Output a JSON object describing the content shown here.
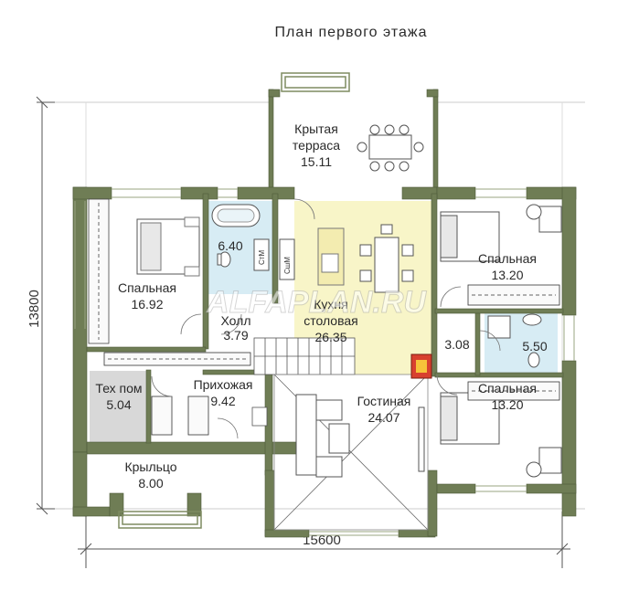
{
  "title": "План первого этажа",
  "watermark": "ALFAPLAN.RU",
  "dimensions": {
    "width": "15600",
    "height": "13800"
  },
  "rooms": {
    "terrace": {
      "name1": "Крытая",
      "name2": "терраса",
      "area": "15.11"
    },
    "bedroom_left": {
      "name": "Спальная",
      "area": "16.92"
    },
    "bath": {
      "area": "6.40"
    },
    "kitchen": {
      "name1": "Кухня",
      "name2": "столовая",
      "area": "26.35"
    },
    "bedroom_top_right": {
      "name": "Спальная",
      "area": "13.20"
    },
    "hall": {
      "name": "Холл",
      "area": "3.79"
    },
    "closet": {
      "area": "3.08"
    },
    "wc": {
      "area": "5.50"
    },
    "tech": {
      "name": "Тех пом",
      "area": "5.04"
    },
    "entry": {
      "name": "Прихожая",
      "area": "9.42"
    },
    "living": {
      "name": "Гостиная",
      "area": "24.07"
    },
    "bedroom_bottom_right": {
      "name": "Спальная",
      "area": "13.20"
    },
    "porch": {
      "name": "Крыльцо",
      "area": "8.00"
    }
  },
  "fixture_labels": {
    "washer": "СтМ",
    "dryer": "СшМ"
  },
  "colors": {
    "wall": "#6f7d55",
    "kitchen_fill": "#f8f5c8",
    "bath_fill": "#d7ecf4",
    "tech_fill": "#d8d8d8",
    "fireplace": "#d8402f"
  }
}
